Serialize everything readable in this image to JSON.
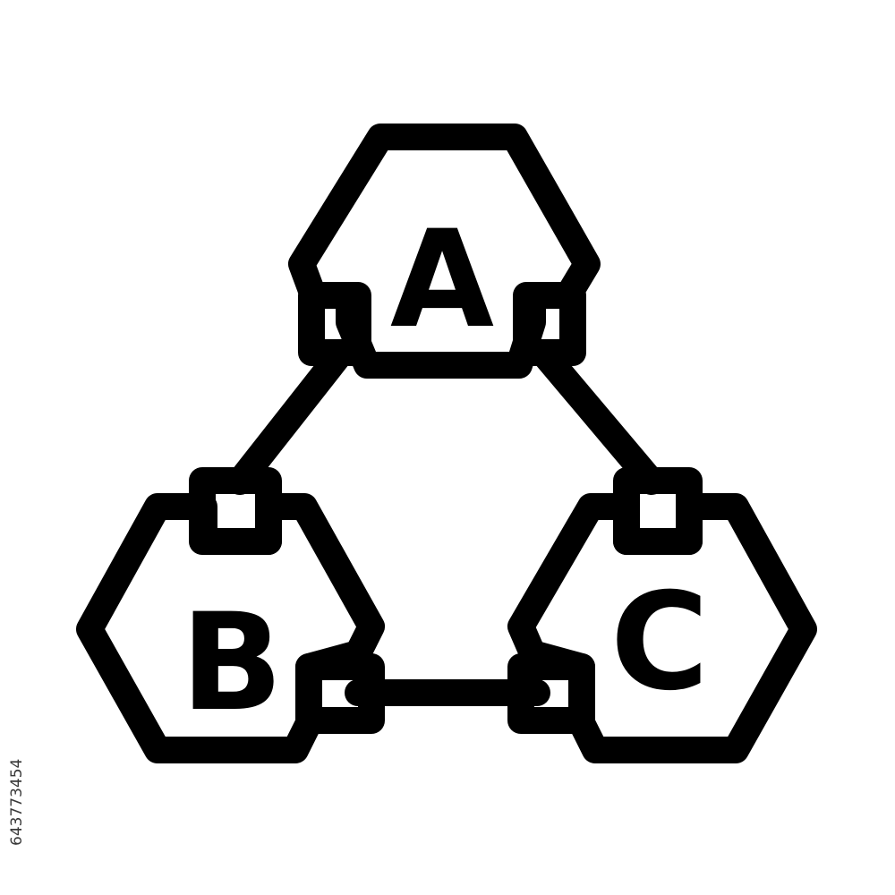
{
  "diagram": {
    "nodes": [
      {
        "id": "a",
        "label": "A"
      },
      {
        "id": "b",
        "label": "B"
      },
      {
        "id": "c",
        "label": "C"
      }
    ],
    "edges": [
      {
        "from": "a",
        "to": "b"
      },
      {
        "from": "a",
        "to": "c"
      },
      {
        "from": "b",
        "to": "c"
      }
    ]
  },
  "stock_id": "643773454",
  "colors": {
    "stroke": "#000000",
    "background": "#ffffff"
  }
}
